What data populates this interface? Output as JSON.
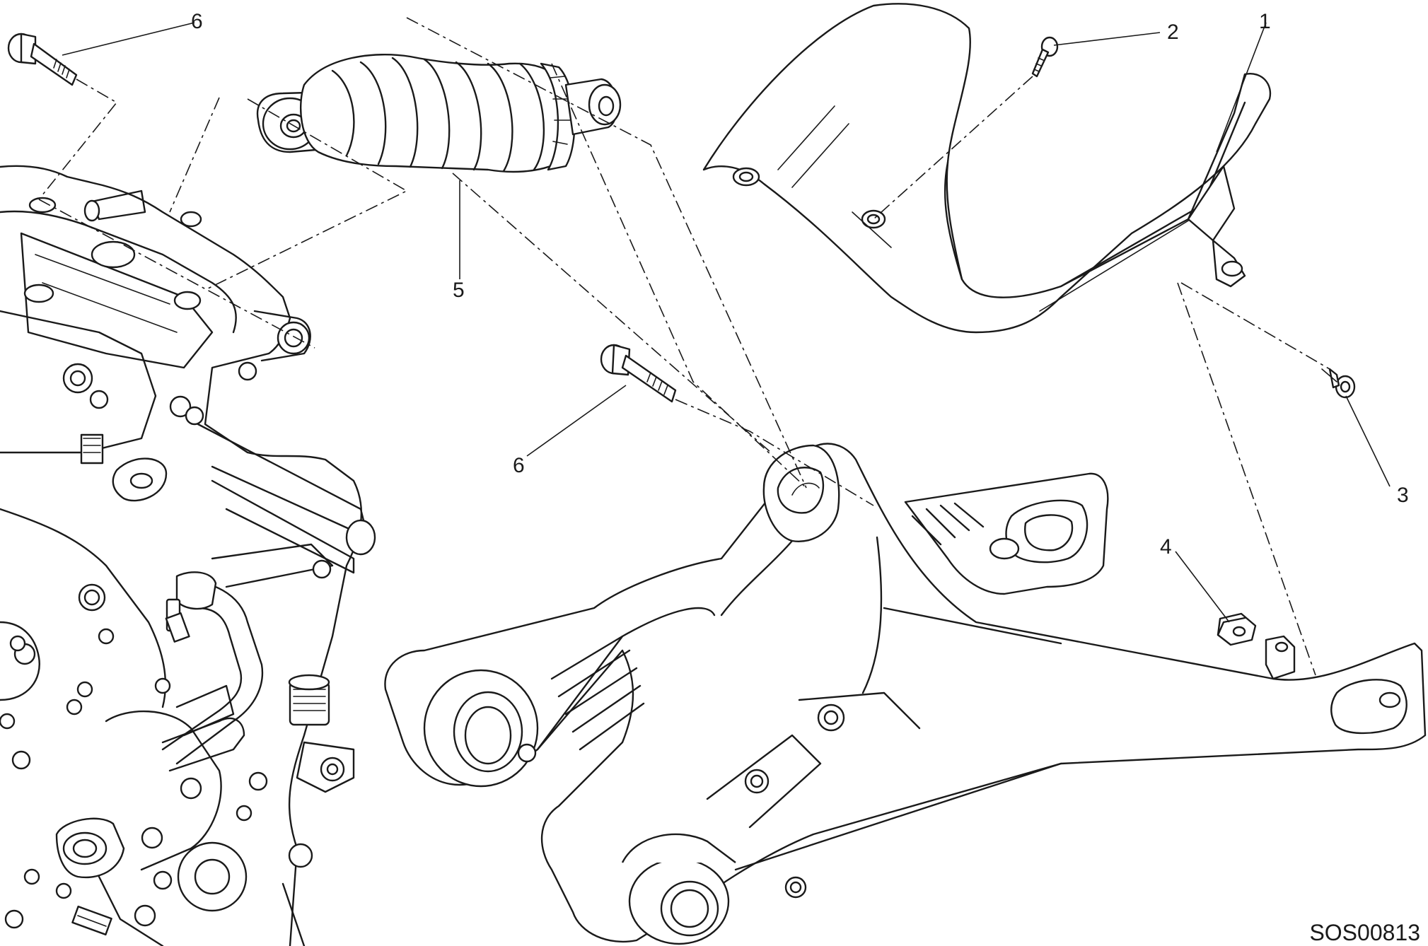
{
  "drawing": {
    "code": "SOS00813",
    "callouts": [
      {
        "id": "c1",
        "label": "1"
      },
      {
        "id": "c2",
        "label": "2"
      },
      {
        "id": "c3",
        "label": "3"
      },
      {
        "id": "c4",
        "label": "4"
      },
      {
        "id": "c5",
        "label": "5"
      },
      {
        "id": "c6a",
        "label": "6"
      },
      {
        "id": "c6b",
        "label": "6"
      }
    ]
  }
}
